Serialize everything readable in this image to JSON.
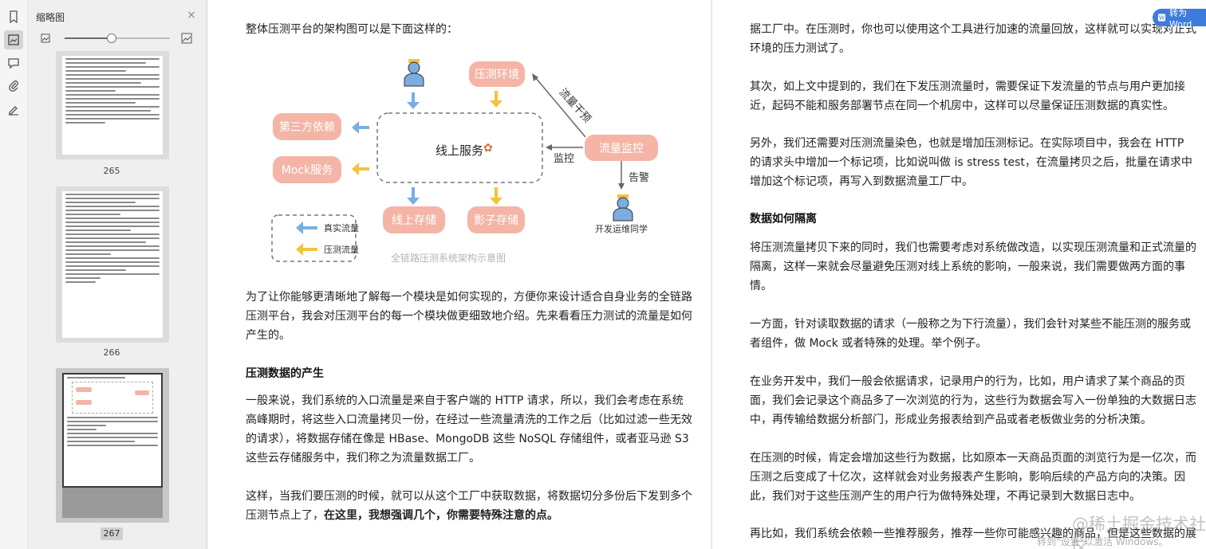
{
  "sidebar": {
    "panel_title": "缩略图",
    "thumbnails": [
      {
        "page": "265"
      },
      {
        "page": "266"
      },
      {
        "page": "267"
      }
    ],
    "zoom_percent": 45
  },
  "toolbar": {
    "to_word_label": "转为Word"
  },
  "page_left": {
    "intro": "整体压测平台的架构图可以是下面这样的：",
    "diagram": {
      "caption": "全链路压测系统架构示意图",
      "center": "线上服务",
      "third_party": "第三方依赖",
      "mock": "Mock服务",
      "env": "压测环境",
      "monitor": "流量监控",
      "db": "线上存储",
      "shadow": "影子存储",
      "label_intervene": "流量干预",
      "label_monitor": "监控",
      "label_alarm": "告警",
      "ops": "开发运维同学",
      "legend_real": "真实流量",
      "legend_test": "压测流量"
    },
    "p1_l1": "为了让你能够更清晰地了解每一个模块是如何实现的，方便你来设计适合自身业务的全链路",
    "p1_l2": "压测平台，我会对压测平台的每一个模块做更细致地介绍。先来看看压力测试的流量是如何",
    "p1_l3": "产生的。",
    "h1": "压测数据的产生",
    "p2_l1": "一般来说，我们系统的入口流量是来自于客户端的 HTTP 请求，所以，我们会考虑在系统",
    "p2_l2": "高峰期时，将这些入口流量拷贝一份，在经过一些流量清洗的工作之后（比如过滤一些无效",
    "p2_l3": "的请求），将数据存储在像是 HBase、MongoDB 这些 NoSQL 存储组件，或者亚马逊 S3",
    "p2_l4": "这些云存储服务中，我们称之为流量数据工厂。",
    "p3_l1": "这样，当我们要压测的时候，就可以从这个工厂中获取数据，将数据切分多份后下发到多个",
    "p3_l2a": "压测节点上了，",
    "p3_l2b": "在这里，我想强调几个，你需要特殊注意的点。"
  },
  "page_right": {
    "r1_l1": "据工厂中。在压测时，你也可以使用这个工具进行加速的流量回放，这样就可以实现对正式",
    "r1_l2": "环境的压力测试了。",
    "r2_l1": "其次，如上文中提到的，我们在下发压测流量时，需要保证下发流量的节点与用户更加接",
    "r2_l2": "近，起码不能和服务部署节点在同一个机房中，这样可以尽量保证压测数据的真实性。",
    "r3_l1": "另外，我们还需要对压测流量染色，也就是增加压测标记。在实际项目中，我会在 HTTP",
    "r3_l2": "的请求头中增加一个标记项，比如说叫做 is stress test，在流量拷贝之后，批量在请求中",
    "r3_l3": "增加这个标记项，再写入到数据流量工厂中。",
    "h2": "数据如何隔离",
    "r4_l1": "将压测流量拷贝下来的同时，我们也需要考虑对系统做改造，以实现压测流量和正式流量的",
    "r4_l2": "隔离，这样一来就会尽量避免压测对线上系统的影响，一般来说，我们需要做两方面的事",
    "r4_l3": "情。",
    "r5_l1": "一方面，针对读取数据的请求（一般称之为下行流量），我们会针对某些不能压测的服务或",
    "r5_l2": "者组件，做 Mock 或者特殊的处理。举个例子。",
    "r6_l1": "在业务开发中，我们一般会依据请求，记录用户的行为，比如，用户请求了某个商品的页",
    "r6_l2": "面，我们会记录这个商品多了一次浏览的行为，这些行为数据会写入一份单独的大数据日志",
    "r6_l3": "中，再传输给数据分析部门，形成业务报表给到产品或者老板做业务的分析决策。",
    "r7_l1": "在压测的时候，肯定会增加这些行为数据，比如原本一天商品页面的浏览行为是一亿次，而",
    "r7_l2": "压测之后变成了十亿次，这样就会对业务报表产生影响，影响后续的产品方向的决策。因",
    "r7_l3": "此，我们对于这些压测产生的用户行为做特殊处理，不再记录到大数据日志中。",
    "r8_l1": "再比如，我们系统会依赖一些推荐服务，推荐一些你可能感兴趣的商品，但是这些数据的展"
  },
  "overlay": {
    "watermark": "@稀土掘金技术社区",
    "windows_notice": "转到\"设置\"以激活 Windows。"
  },
  "colors": {
    "salmon": "#f4b5a6",
    "blue_arrow": "#7aaee0",
    "yellow_arrow": "#f5c33b",
    "word_button": "#3d7bdc"
  }
}
